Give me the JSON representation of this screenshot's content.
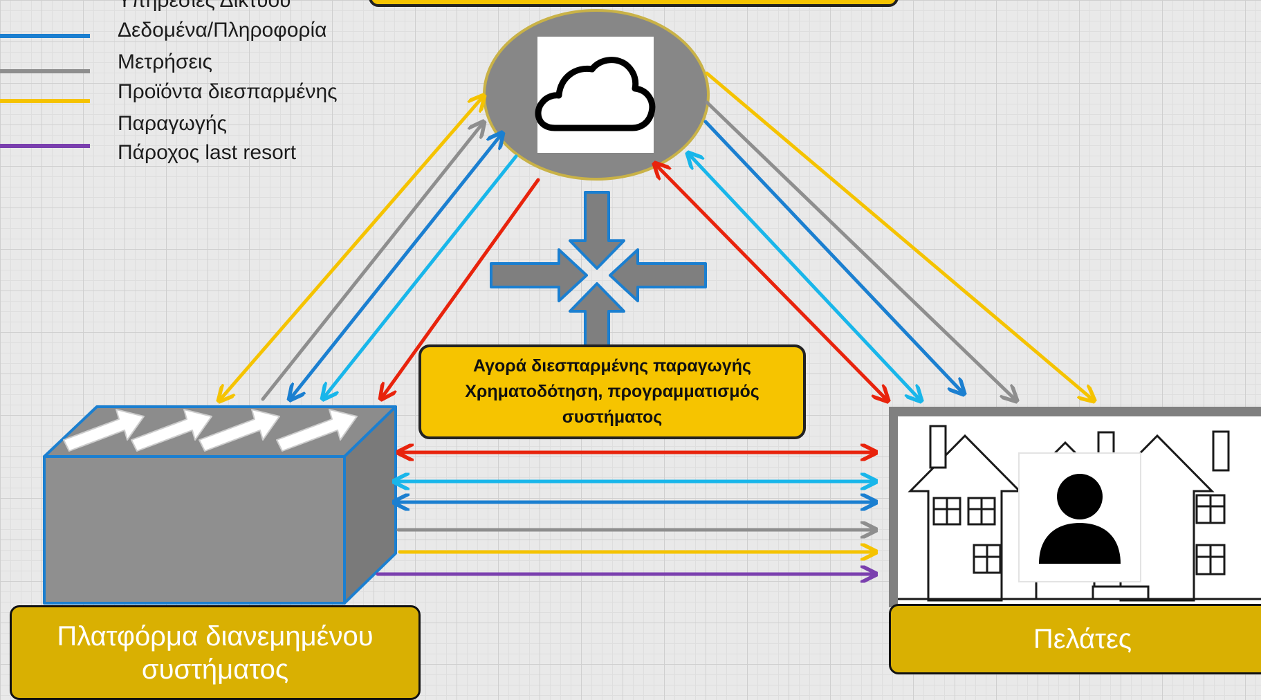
{
  "legend": {
    "items": [
      {
        "label": "Υπηρεσίες Δικτύου",
        "color": "#e8230c"
      },
      {
        "label": "Δεδομένα/Πληροφορία",
        "color": "#1b7fd0"
      },
      {
        "label": "Μετρήσεις",
        "color": "#8e8e8e"
      },
      {
        "label": "Προϊόντα διεσπαρμένης",
        "color": "#f5c300"
      },
      {
        "label": "Παραγωγής",
        "color": ""
      },
      {
        "label": "Πάροχος last resort",
        "color": "#7a3fae"
      }
    ]
  },
  "nodes": {
    "market": {
      "line1": "Αγορά διεσπαρμένης παραγωγής",
      "line2": "Χρηματοδότηση, προγραμματισμός",
      "line3": "συστήματος"
    },
    "platform": {
      "line1": "Πλατφόρμα διανεμημένου",
      "line2": "συστήματος"
    },
    "customers": {
      "label": "Πελάτες"
    }
  },
  "icons": {
    "cloud": "cloud-icon",
    "person": "person-icon",
    "houses": "houses-icon",
    "converge": "converging-arrows-icon",
    "platform": "platform-box-icon"
  },
  "colors": {
    "red": "#e8230c",
    "lightblue": "#19b6ea",
    "blue": "#1b7fd0",
    "gray": "#8e8e8e",
    "yellow": "#f5c300",
    "purple": "#7a3fae",
    "gold": "#d9b002",
    "cloudEllipse": "#878787"
  }
}
